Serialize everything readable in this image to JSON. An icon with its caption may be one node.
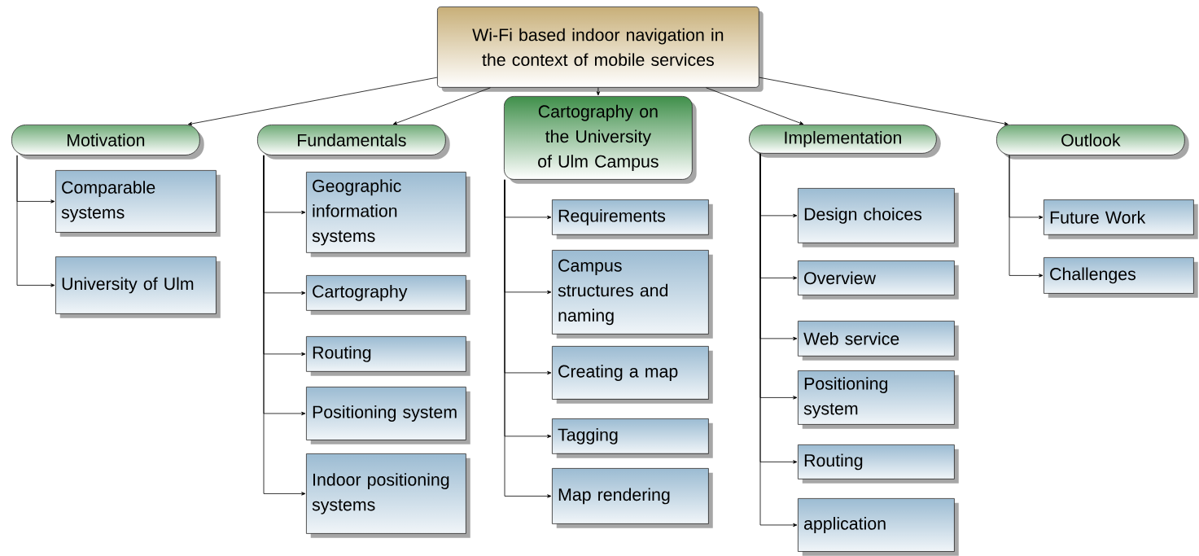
{
  "diagram": {
    "nodes": [
      {
        "text": [
          "Wi-Fi based indoor navigation in the context of mobile services"
        ]
      },
      {
        "text": [
          "Motivation"
        ]
      },
      {
        "text": [
          "Comparable systems"
        ]
      },
      {
        "text": [
          "University of Ulm"
        ]
      },
      {
        "text": [
          "Fundamentals"
        ]
      },
      {
        "text": [
          "Geographic information systems"
        ]
      },
      {
        "text": [
          "Cartography"
        ]
      },
      {
        "text": [
          "Routing"
        ]
      },
      {
        "text": [
          "Positioning system"
        ]
      },
      {
        "text": [
          "Indoor positioning systems"
        ]
      },
      {
        "text": [
          "Cartography on the University of Ulm Campus"
        ]
      },
      {
        "text": [
          "Requirements"
        ]
      },
      {
        "text": [
          "Campus structures and naming"
        ]
      },
      {
        "text": [
          "Creating a map"
        ]
      },
      {
        "text": [
          "Tagging"
        ]
      },
      {
        "text": [
          "Map rendering"
        ]
      },
      {
        "text": [
          "Implementation"
        ]
      },
      {
        "text": [
          "Design choices"
        ]
      },
      {
        "text": [
          "Overview"
        ]
      },
      {
        "text": [
          "Web service"
        ]
      },
      {
        "text": [
          "Positioning system"
        ]
      },
      {
        "text": [
          "Routing"
        ]
      },
      {
        "text": [
          "application"
        ]
      },
      {
        "text": [
          "Outlook"
        ]
      },
      {
        "text": [
          "Future Work"
        ]
      },
      {
        "text": [
          "Challenges"
        ]
      }
    ],
    "edges": [
      {
        "from": 0,
        "to": 1,
        "arrow": "to"
      },
      {
        "from": 0,
        "to": 4,
        "arrow": "to"
      },
      {
        "from": 0,
        "to": 10,
        "arrow": "to"
      },
      {
        "from": 0,
        "to": 16,
        "arrow": "to"
      },
      {
        "from": 0,
        "to": 23,
        "arrow": "to"
      },
      {
        "from": 1,
        "to": 2,
        "arrow": "to"
      },
      {
        "from": 1,
        "to": 3,
        "arrow": "to"
      },
      {
        "from": 4,
        "to": 5,
        "arrow": "to"
      },
      {
        "from": 4,
        "to": 6,
        "arrow": "to"
      },
      {
        "from": 4,
        "to": 7,
        "arrow": "to"
      },
      {
        "from": 4,
        "to": 8,
        "arrow": "to"
      },
      {
        "from": 4,
        "to": 9,
        "arrow": "to"
      },
      {
        "from": 10,
        "to": 11,
        "arrow": "to"
      },
      {
        "from": 10,
        "to": 12,
        "arrow": "to"
      },
      {
        "from": 10,
        "to": 13,
        "arrow": "to"
      },
      {
        "from": 10,
        "to": 14,
        "arrow": "to"
      },
      {
        "from": 10,
        "to": 15,
        "arrow": "to"
      },
      {
        "from": 16,
        "to": 17,
        "arrow": "to"
      },
      {
        "from": 16,
        "to": 18,
        "arrow": "to"
      },
      {
        "from": 16,
        "to": 19,
        "arrow": "to"
      },
      {
        "from": 16,
        "to": 20,
        "arrow": "to"
      },
      {
        "from": 16,
        "to": 21,
        "arrow": "to"
      },
      {
        "from": 16,
        "to": 22,
        "arrow": "to"
      },
      {
        "from": 23,
        "to": 24,
        "arrow": "to"
      },
      {
        "from": 23,
        "to": 25,
        "arrow": "to"
      }
    ]
  }
}
